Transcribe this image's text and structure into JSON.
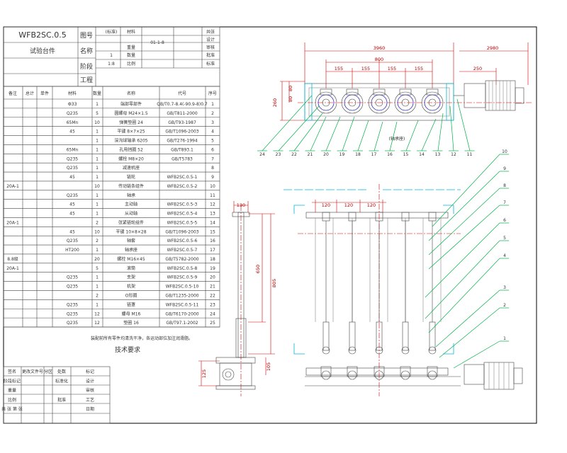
{
  "title_block": {
    "drawing_no": "WFB2SC.0.5",
    "name": "试验台件",
    "scale": "1:8",
    "quantity": "1",
    "label_drawing_no": "图号",
    "label_name": "名称",
    "label_scale": "比例",
    "label_qty": "数量",
    "label_weight": "重量",
    "label_sheet": "共张",
    "label_material": "材料",
    "label_company": "工程",
    "label_stage": "阶段",
    "label_design": "设计",
    "label_check": "审核",
    "label_approve": "批准",
    "label_std": "标准",
    "label_date": "日期",
    "rev_note": "(标准)",
    "sheet_code": "01-1-8"
  },
  "bom_header": {
    "col_no": "序号",
    "col_code": "代号",
    "col_name": "名称",
    "col_qty": "数量",
    "col_material": "材料",
    "col_mass": "单件",
    "col_total": "总计",
    "col_note": "备注"
  },
  "bom_rows": [
    {
      "no": "1",
      "code": "QB/T0.7-8.4(-90.9-8)0.7",
      "name": "端部零部件",
      "qty": "1",
      "material": "ФЗЗ",
      "note": ""
    },
    {
      "no": "2",
      "code": "GB/T811-2000",
      "name": "圆螺母 M24×1.5",
      "qty": "5",
      "material": "Q235",
      "note": ""
    },
    {
      "no": "3",
      "code": "GB/T93-1987",
      "name": "弹簧垫圈 24",
      "qty": "10",
      "material": "65Mn",
      "note": ""
    },
    {
      "no": "4",
      "code": "GB/T1096-2003",
      "name": "平键 8×7×25",
      "qty": "1",
      "material": "45",
      "note": ""
    },
    {
      "no": "5",
      "code": "GB/T276-1994",
      "name": "深沟球轴承 6205",
      "qty": "1",
      "material": "",
      "note": ""
    },
    {
      "no": "6",
      "code": "GB/T893.1",
      "name": "孔用挡圈 52",
      "qty": "1",
      "material": "65Mn",
      "note": ""
    },
    {
      "no": "7",
      "code": "GB/T5783",
      "name": "螺栓 M8×20",
      "qty": "1",
      "material": "Q235",
      "note": ""
    },
    {
      "no": "8",
      "code": "",
      "name": "减速机座",
      "qty": "1",
      "material": "Q235",
      "note": ""
    },
    {
      "no": "9",
      "code": "WFB2SC.0.5-1",
      "name": "链轮",
      "qty": "1",
      "material": "45",
      "note": ""
    },
    {
      "no": "10",
      "code": "WFB2SC.0.5-2",
      "name": "传动链条组件",
      "qty": "10",
      "material": "",
      "note": "20A-1"
    },
    {
      "no": "11",
      "code": "",
      "name": "轴承",
      "qty": "1",
      "material": "Q235",
      "note": ""
    },
    {
      "no": "12",
      "code": "WFB2SC.0.5-3",
      "name": "主动轴",
      "qty": "1",
      "material": "45",
      "note": ""
    },
    {
      "no": "13",
      "code": "WFB2SC.0.5-4",
      "name": "从动轴",
      "qty": "1",
      "material": "45",
      "note": ""
    },
    {
      "no": "14",
      "code": "WFB2SC.0.5-5",
      "name": "张紧链轮组件",
      "qty": "2",
      "material": "",
      "note": "20A-1"
    },
    {
      "no": "15",
      "code": "GB/T1096-2003",
      "name": "平键 10×8×28",
      "qty": "10",
      "material": "45",
      "note": ""
    },
    {
      "no": "16",
      "code": "WFB2SC.0.5-6",
      "name": "轴套",
      "qty": "2",
      "material": "Q235",
      "note": ""
    },
    {
      "no": "17",
      "code": "WFB2SC.0.5-7",
      "name": "轴承座",
      "qty": "1",
      "material": "HT200",
      "note": ""
    },
    {
      "no": "18",
      "code": "GB/T5782-2000",
      "name": "螺栓 M16×45",
      "qty": "20",
      "material": "",
      "note": "8.8级"
    },
    {
      "no": "19",
      "code": "WFB2SC.0.5-8",
      "name": "滚筒",
      "qty": "5",
      "material": "",
      "note": "20A-1"
    },
    {
      "no": "20",
      "code": "WFB2SC.0.5-9",
      "name": "支架",
      "qty": "1",
      "material": "Q235",
      "note": ""
    },
    {
      "no": "21",
      "code": "WFB2SC.0.5-10",
      "name": "机架",
      "qty": "1",
      "material": "Q235",
      "note": ""
    },
    {
      "no": "22",
      "code": "GB/T1235-2000",
      "name": "O形圈",
      "qty": "2",
      "material": "",
      "note": ""
    },
    {
      "no": "23",
      "code": "WFB2SC.0.5-11",
      "name": "链罩",
      "qty": "1",
      "material": "Q235",
      "note": ""
    },
    {
      "no": "24",
      "code": "GB/T6170-2000",
      "name": "螺母 M16",
      "qty": "12",
      "material": "Q235",
      "note": ""
    },
    {
      "no": "25",
      "code": "GB/T97.1-2002",
      "name": "垫圈 16",
      "qty": "12",
      "material": "Q235",
      "note": ""
    }
  ],
  "tech_req": {
    "title": "技术要求",
    "line1": "装配前所有零件均清洗干净，各运动部位加注润滑脂。"
  },
  "rev_table": [
    {
      "a": "标记",
      "b": "处数",
      "c": "分区",
      "d": "更改文件号",
      "e": "签名"
    },
    {
      "a": "设计",
      "b": "标准化",
      "c": "",
      "d": "",
      "e": "阶段标记"
    },
    {
      "a": "审核",
      "b": "",
      "c": "",
      "d": "",
      "e": "重量"
    },
    {
      "a": "工艺",
      "b": "批准",
      "c": "",
      "d": "",
      "e": "比例"
    },
    {
      "a": "日期",
      "b": "",
      "c": "",
      "d": "",
      "e": "共 张 第 张"
    },
    {
      "a": "",
      "b": "",
      "c": "",
      "d": "",
      "e": ""
    }
  ],
  "dimensions": {
    "top_total": "3960",
    "top_right": "2980",
    "top_pitch": "800",
    "top_pitch_sub": [
      "155",
      "155",
      "155",
      "155"
    ],
    "top_right_sub": "250",
    "left_h1": "80",
    "left_h2": "80",
    "left_h3": "260",
    "front_w1": "120",
    "front_w2": "120",
    "front_w3": "120",
    "side_top": "130",
    "side_h1": "650",
    "side_h2": "805",
    "side_bottom1": "125",
    "side_bottom2": "105",
    "section_note": "(轴承座)"
  },
  "balloons_top": [
    "24",
    "23",
    "22",
    "21",
    "20",
    "19",
    "18",
    "17",
    "16",
    "15",
    "14",
    "13",
    "12",
    "11"
  ],
  "balloons_right": [
    "1",
    "2",
    "3",
    "4",
    "5",
    "6",
    "7",
    "8",
    "9",
    "10"
  ]
}
